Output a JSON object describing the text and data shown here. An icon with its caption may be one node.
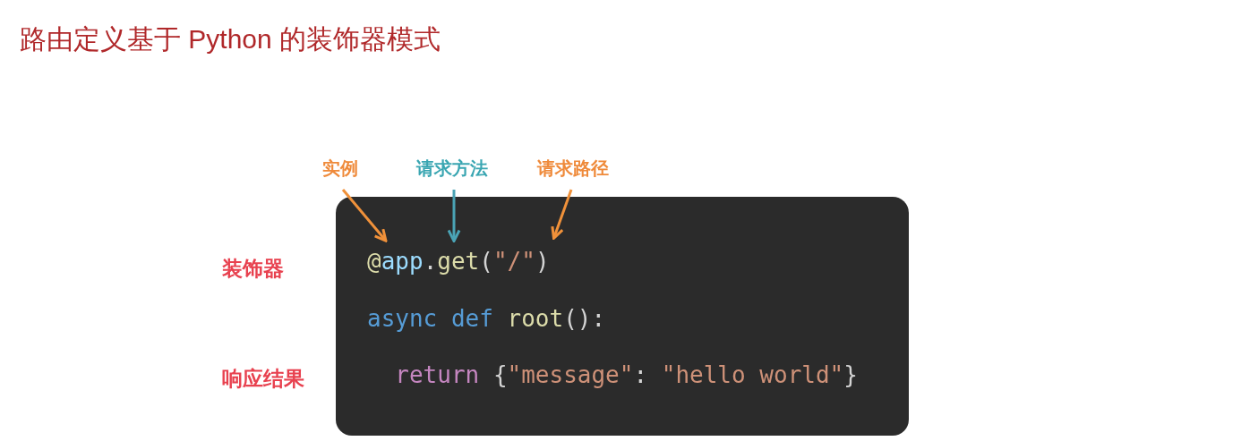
{
  "diagram": {
    "title": "路由定义基于 Python 的装饰器模式",
    "nodes": [
      {
        "text": [
          "@app.get(\"/\")",
          "async def root():",
          "  return {\"message\": \"hello world\"}"
        ]
      },
      {
        "text": [
          "实例"
        ]
      },
      {
        "text": [
          "请求方法"
        ]
      },
      {
        "text": [
          "请求路径"
        ]
      }
    ],
    "edges": [
      {
        "from": 1,
        "to": 0,
        "arrow": "to"
      },
      {
        "from": 2,
        "to": 0,
        "arrow": "to",
        "color": "#4aa3b5"
      },
      {
        "from": 3,
        "to": 0,
        "arrow": "to"
      }
    ],
    "labels": [
      "装饰器",
      "响应结果"
    ]
  }
}
